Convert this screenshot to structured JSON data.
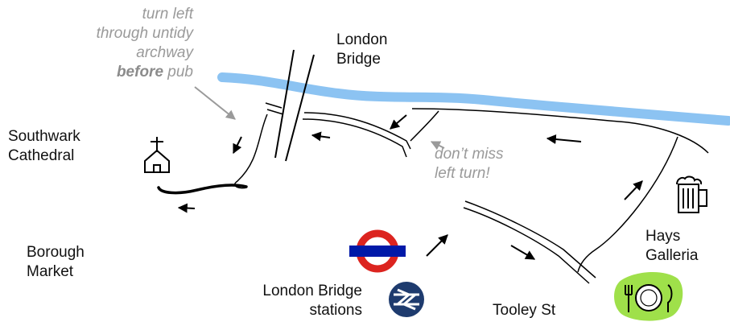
{
  "labels": {
    "london_bridge": [
      "London",
      "Bridge"
    ],
    "southwark_cathedral": [
      "Southwark",
      "Cathedral"
    ],
    "borough_market": [
      "Borough",
      "Market"
    ],
    "london_bridge_stations": [
      "London Bridge",
      "stations"
    ],
    "tooley_st": "Tooley St",
    "hays_galleria": [
      "Hays",
      "Galleria"
    ]
  },
  "notes": {
    "archway": {
      "line1": "turn left",
      "line2": "through untidy",
      "line3": "archway",
      "line4_bold": "before",
      "line4_rest": " pub"
    },
    "left_turn": [
      "don’t miss",
      "left turn!"
    ]
  },
  "icons": {
    "church": "church-icon",
    "underground": "underground-roundel-icon",
    "national_rail": "national-rail-icon",
    "pub": "beer-mug-icon",
    "restaurant": "plate-cutlery-icon"
  },
  "colors": {
    "river": "#8cc3f2",
    "underground_red": "#dc241f",
    "underground_blue": "#0019a8",
    "rail_blue": "#1e3b6e",
    "restaurant_green": "#9fe04a",
    "note_grey": "#9a9a9a"
  }
}
